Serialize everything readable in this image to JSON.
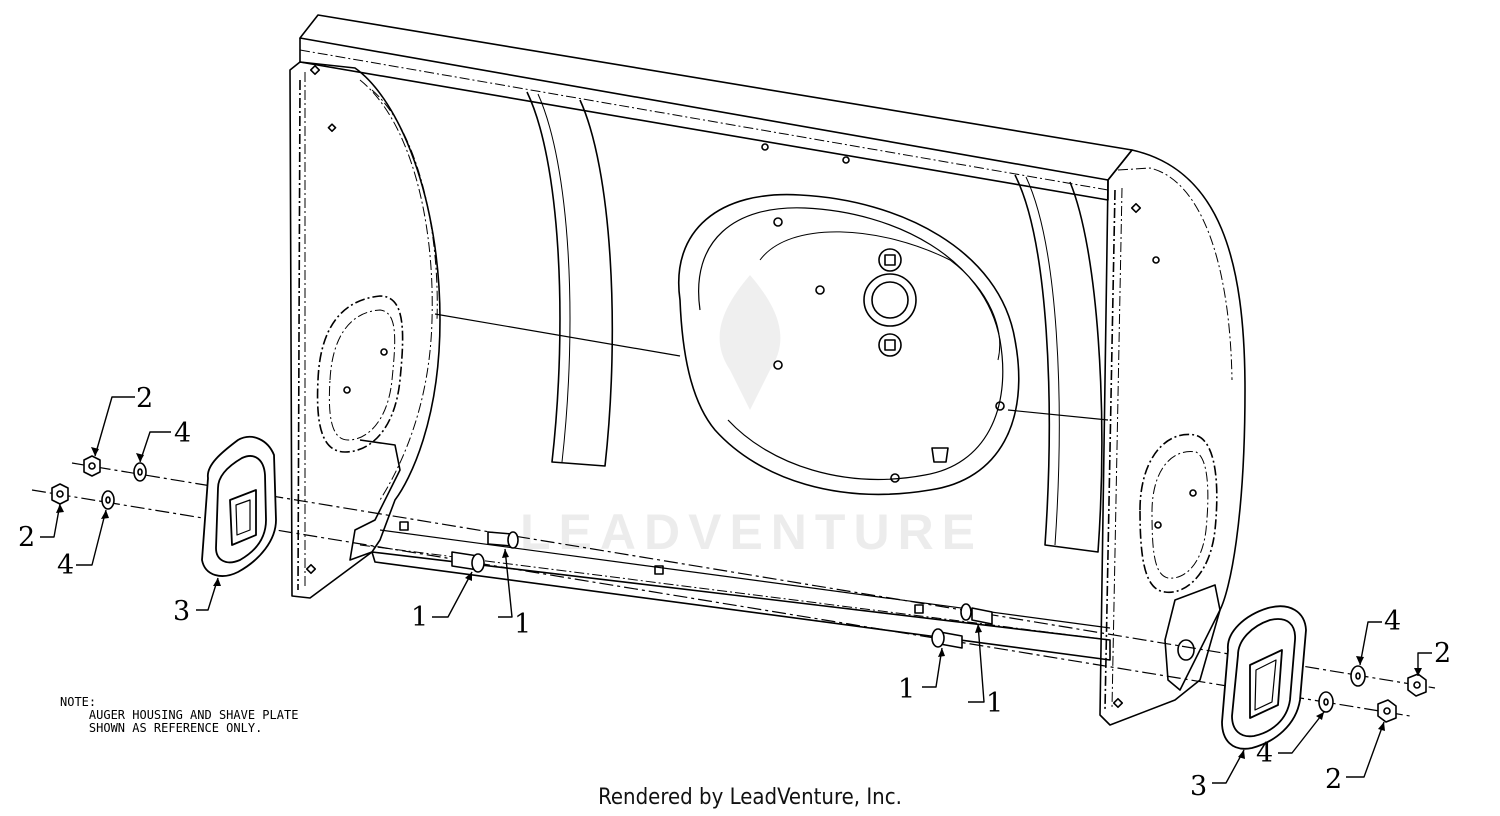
{
  "diagram": {
    "callouts": [
      {
        "id": "c-2-a",
        "label": "2"
      },
      {
        "id": "c-4-a",
        "label": "4"
      },
      {
        "id": "c-2-b",
        "label": "2"
      },
      {
        "id": "c-4-b",
        "label": "4"
      },
      {
        "id": "c-3-a",
        "label": "3"
      },
      {
        "id": "c-1-a",
        "label": "1"
      },
      {
        "id": "c-1-b",
        "label": "1"
      },
      {
        "id": "c-1-c",
        "label": "1"
      },
      {
        "id": "c-1-d",
        "label": "1"
      },
      {
        "id": "c-4-c",
        "label": "4"
      },
      {
        "id": "c-2-c",
        "label": "2"
      },
      {
        "id": "c-4-d",
        "label": "4"
      },
      {
        "id": "c-2-d",
        "label": "2"
      },
      {
        "id": "c-3-b",
        "label": "3"
      }
    ],
    "note": {
      "heading": "NOTE:",
      "line1": "    AUGER HOUSING AND SHAVE PLATE",
      "line2": "    SHOWN AS REFERENCE ONLY."
    },
    "watermark": "LEADVENTURE",
    "footer": "Rendered by LeadVenture, Inc."
  }
}
